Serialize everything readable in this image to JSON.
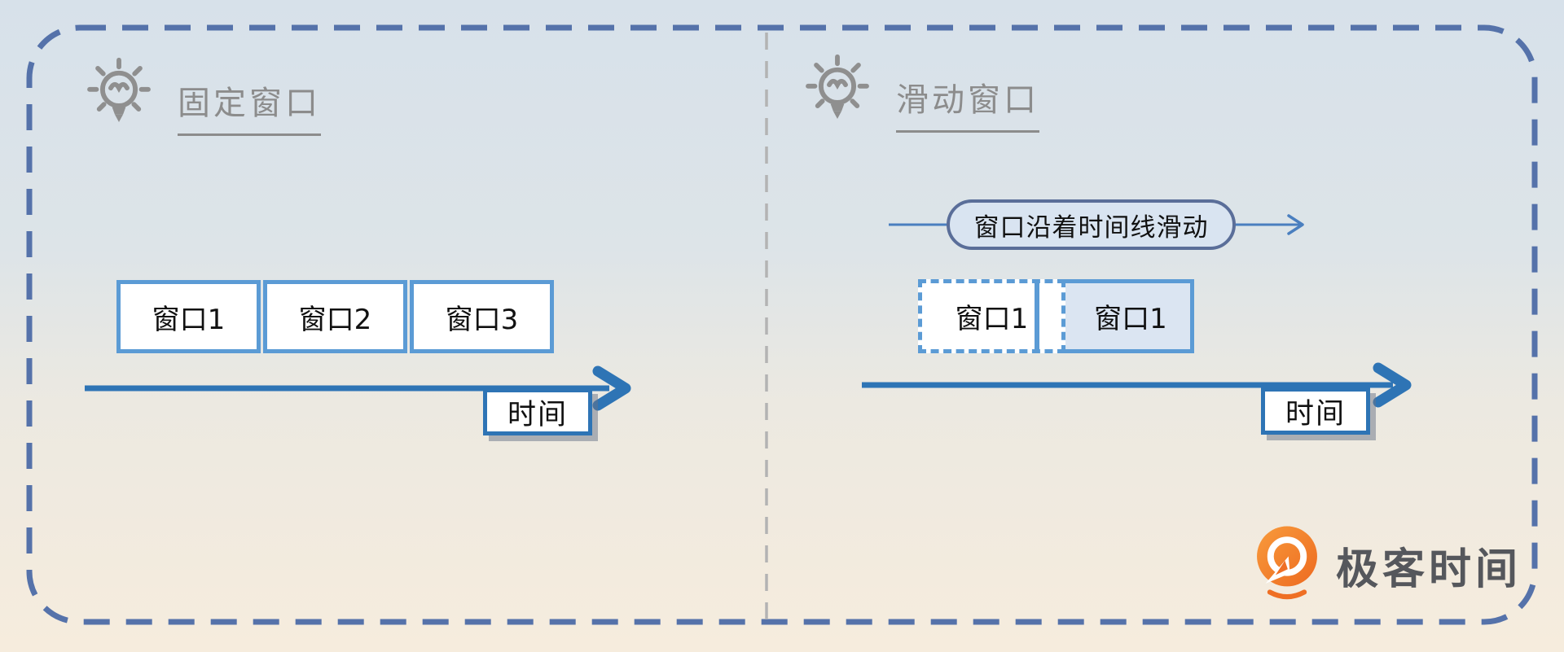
{
  "left_panel": {
    "title": "固定窗口",
    "icon": "lightbulb-icon",
    "windows": [
      "窗口1",
      "窗口2",
      "窗口3"
    ],
    "timeline_label": "时间"
  },
  "right_panel": {
    "title": "滑动窗口",
    "icon": "lightbulb-icon",
    "slide_note": "窗口沿着时间线滑动",
    "dashed_window_label": "窗口1",
    "solid_window_label": "窗口1",
    "timeline_label": "时间"
  },
  "branding": {
    "logo_text": "极客时间",
    "logo_icon": "geektime-logo-icon",
    "logo_orange": "#ef6f24",
    "logo_text_color": "#55575c"
  },
  "colors": {
    "background_top": "#d7e1ea",
    "background_bottom": "#f6ecdd",
    "outer_border": "#5572aa",
    "divider_gray": "#b3b3b3",
    "header_text": "#8c8c8c",
    "window_border": "#5b9bd5",
    "window_fill_solid": "#dbe5f2",
    "arrow_blue": "#2e74b5",
    "connector_blue": "#4a7fbf",
    "pill_border": "#5a6e99",
    "pill_fill": "#d9e4f1"
  }
}
